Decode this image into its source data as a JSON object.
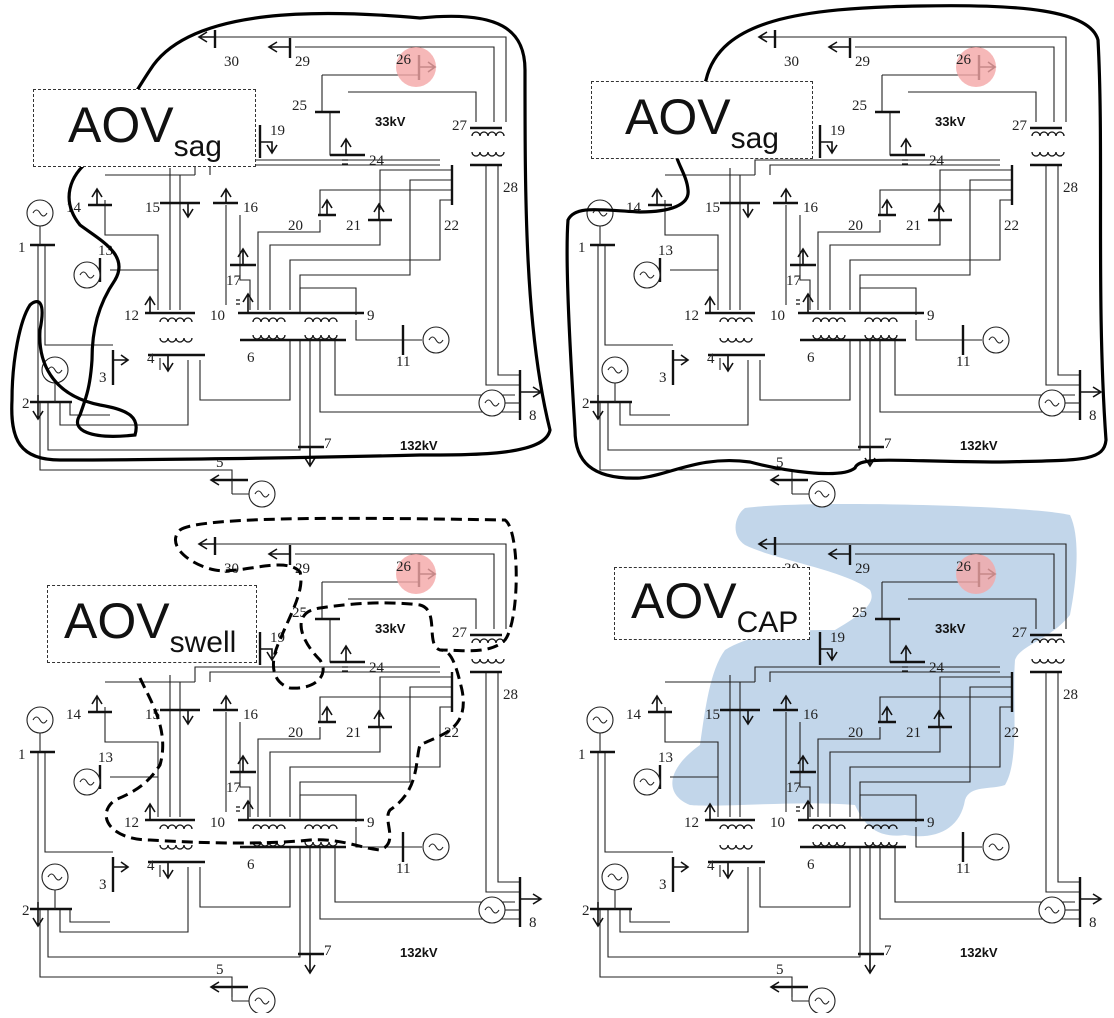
{
  "panels": [
    {
      "id": "sag-1",
      "label_main": "AOV",
      "label_sub": "sag",
      "region": "solid-outline"
    },
    {
      "id": "sag-2",
      "label_main": "AOV",
      "label_sub": "sag",
      "region": "solid-outline"
    },
    {
      "id": "swell",
      "label_main": "AOV",
      "label_sub": "swell",
      "region": "dashed-outline"
    },
    {
      "id": "cap",
      "label_main": "AOV",
      "label_sub": "CAP",
      "region": "blue-fill"
    }
  ],
  "network": {
    "voltage_low": "33kV",
    "voltage_high": "132kV",
    "buses": [
      "1",
      "2",
      "3",
      "4",
      "5",
      "6",
      "7",
      "8",
      "9",
      "10",
      "11",
      "12",
      "13",
      "14",
      "15",
      "16",
      "17",
      "19",
      "20",
      "21",
      "22",
      "24",
      "25",
      "26",
      "27",
      "28",
      "29",
      "30"
    ],
    "fault_bus": "26"
  },
  "colors": {
    "line": "#222222",
    "fault_highlight": "#f4a6a6",
    "cap_region": "#b7cfe6",
    "outline": "#000000"
  }
}
